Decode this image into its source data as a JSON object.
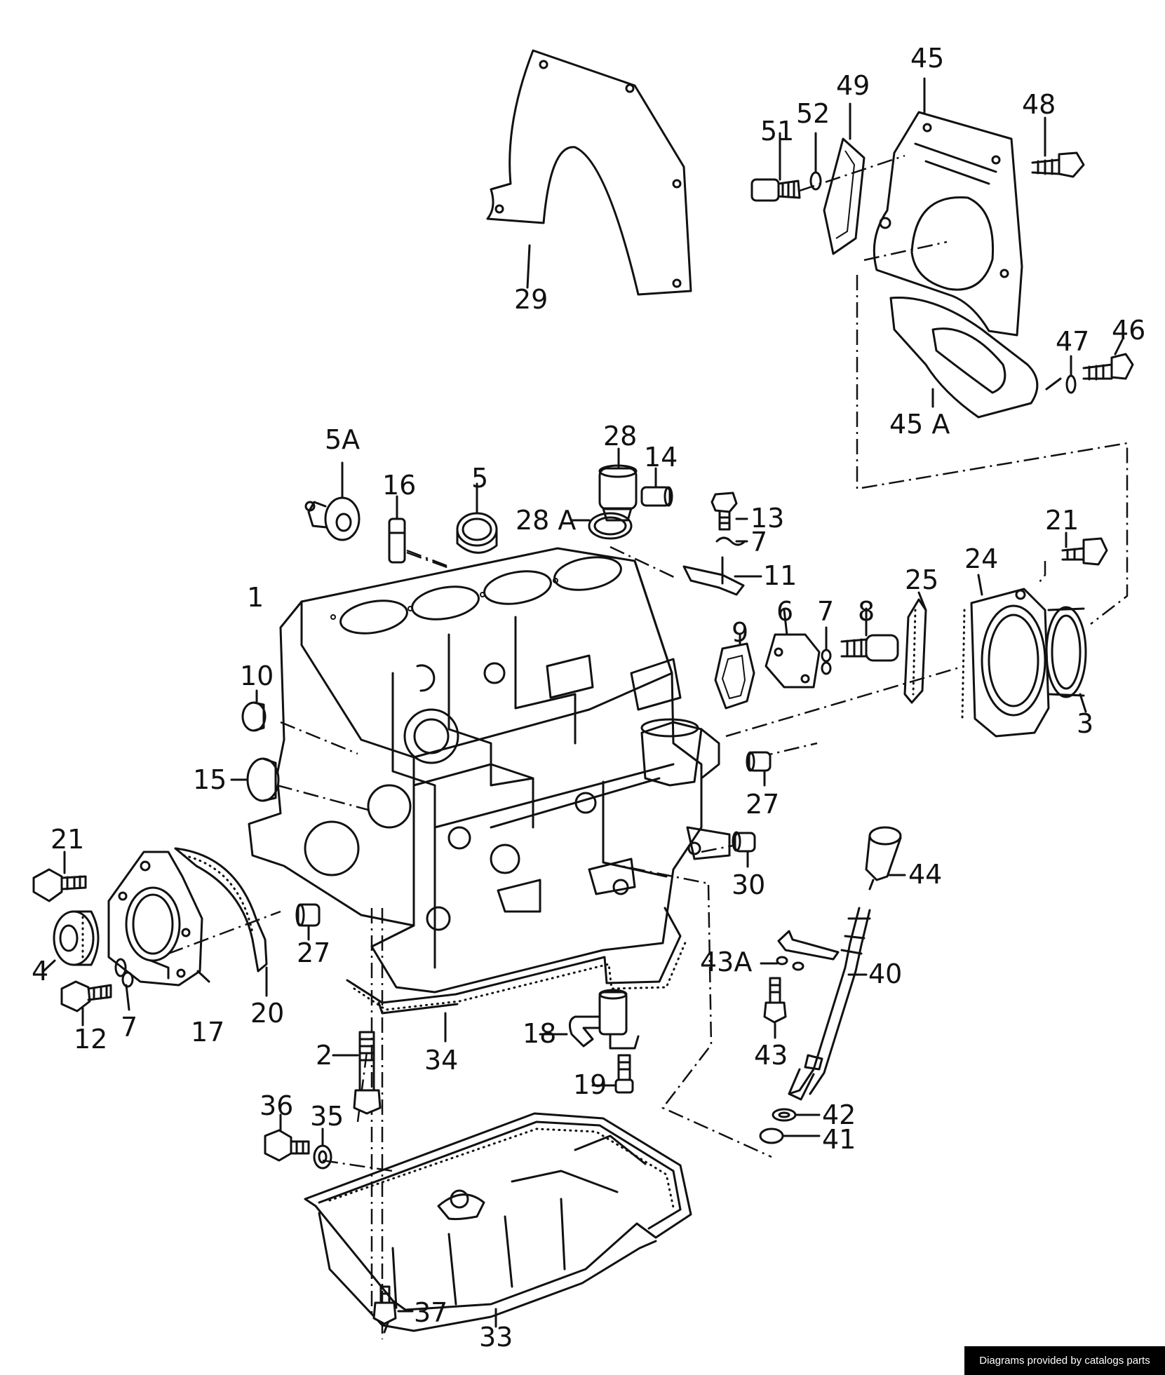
{
  "callouts": [
    "29",
    "45",
    "49",
    "52",
    "51",
    "48",
    "47",
    "46",
    "45 A",
    "5A",
    "16",
    "5",
    "28",
    "14",
    "28 A",
    "13",
    "7",
    "11",
    "1",
    "6",
    "7",
    "8",
    "9",
    "25",
    "24",
    "21",
    "3",
    "10",
    "15",
    "27",
    "30",
    "21",
    "4",
    "12",
    "7",
    "17",
    "20",
    "27",
    "34",
    "44",
    "43A",
    "40",
    "43",
    "18",
    "19",
    "2",
    "36",
    "35",
    "42",
    "41",
    "37",
    "33"
  ],
  "credit": "Diagrams provided by catalogs parts"
}
